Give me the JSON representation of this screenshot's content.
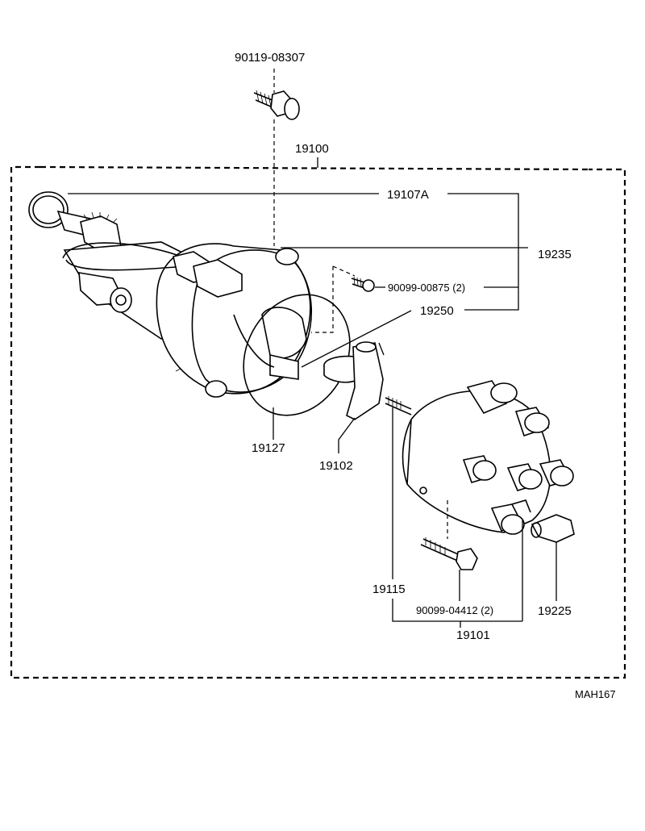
{
  "diagram_code": "MAH167",
  "parts": {
    "bolt_top": "90119-08307",
    "assembly": "19100",
    "o_ring": "19107A",
    "housing": "19235",
    "screw_small": "90099-00875 (2)",
    "signal_generator": "19250",
    "gasket": "19127",
    "rotor": "19102",
    "terminal": "19115",
    "cap_screw": "90099-04412 (2)",
    "cap_boot": "19225",
    "cap_assembly": "19101"
  }
}
